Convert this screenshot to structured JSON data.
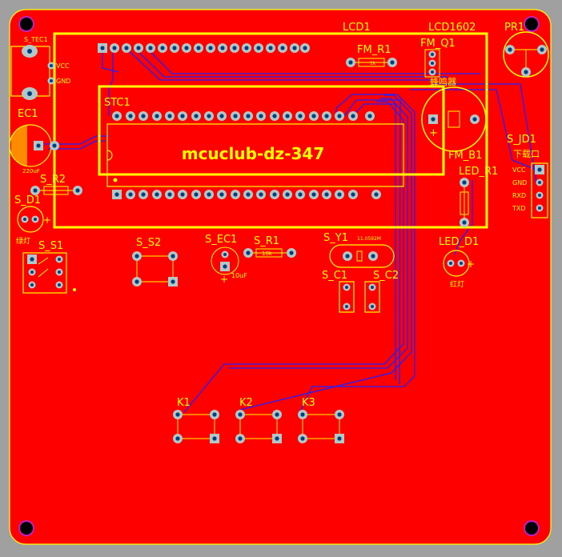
{
  "board": {
    "title": "mcuclub-dz-347",
    "colors": {
      "board_bg": "#a0a0a0",
      "copper": "#ff0000",
      "silkscreen": "#ffff00",
      "trace_bottom": "#2020ff",
      "pad": "#b0c8c8",
      "hole": "#004080",
      "mount_ring": "#c020c0"
    }
  },
  "labels": {
    "lcd1": "LCD1",
    "lcd1602": "LCD1602",
    "pr1": "PR1",
    "fm_r1": "FM_R1",
    "fm_r1_value": "1k",
    "fm_q1": "FM_Q1",
    "stc1": "STC1",
    "s_tec1": "S_TEC1",
    "vcc_small": "VCC",
    "gnd_small": "GND",
    "ec1": "EC1",
    "ec1_value": "220uF",
    "s_r2": "S_R2",
    "s_d1": "S_D1",
    "s_d1_color": "绿灯",
    "s_s1": "S_S1",
    "s_s2": "S_S2",
    "s_ec1": "S_EC1",
    "s_ec1_value": "10uF",
    "s_r1": "S_R1",
    "s_r1_value": "10k",
    "s_y1": "S_Y1",
    "s_y1_value": "11.0592M",
    "s_c1": "S_C1",
    "s_c2": "S_C2",
    "fm_b1": "FM_B1",
    "buzzer": "蜂鸣器",
    "led_r1": "LED_R1",
    "led_d1": "LED_D1",
    "led_d1_color": "红灯",
    "s_jd1": "S_JD1",
    "download_port": "下载口",
    "jd_vcc": "VCC",
    "jd_gnd": "GND",
    "jd_rxd": "RXD",
    "jd_txd": "TXD",
    "k1": "K1",
    "k2": "K2",
    "k3": "K3",
    "plus": "+"
  }
}
